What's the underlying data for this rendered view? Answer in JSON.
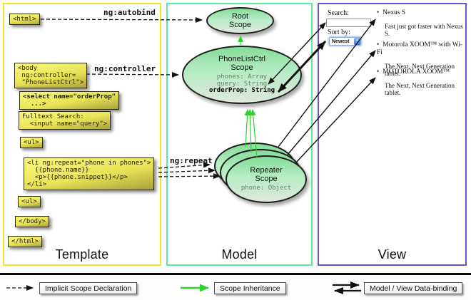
{
  "panels": {
    "template": {
      "label": "Template"
    },
    "model": {
      "label": "Model"
    },
    "view": {
      "label": "View"
    }
  },
  "code_boxes": {
    "html_open": "<html>",
    "body_open": "<body\n ng:controller=\n \"PhoneListCtrl\">",
    "select": "<select name=\"orderProp\"\n  ...>",
    "fulltext": "Fulltext Search:\n  <input name=\"query\">",
    "ul_open": "<ul>",
    "li_repeat": "<li ng:repeat=\"phone in phones\">\n  {{phone.name}}\n  <p>{{phone.snippet}}</p>\n</li>",
    "ul_close": "<ul>",
    "body_close": "</body>",
    "html_close": "</html>"
  },
  "directive_labels": {
    "autobind": "ng:autobind",
    "controller": "ng:controller",
    "repeat": "ng:repeat"
  },
  "scopes": {
    "root": {
      "title": "Root\nScope"
    },
    "phone_list_ctrl": {
      "title": "PhoneListCtrl\nScope",
      "prop1": "phones: Array",
      "prop2": "query: String",
      "prop3": "orderProp: String"
    },
    "repeater": {
      "title": "Repeater\nScope",
      "prop1": "phone: Object"
    }
  },
  "view": {
    "search_label": "Search:",
    "search_value": "",
    "sort_label": "Sort by:",
    "sort_value": "Newest",
    "bullet": "•",
    "items": [
      {
        "title": "Nexus S",
        "desc": "Fast just got faster with Nexus S."
      },
      {
        "title": "Motorola XOOM™ with Wi-Fi",
        "desc": "The Next, Next Generation tablet."
      },
      {
        "title": "MOTOROLA XOOM™",
        "desc": "The Next, Next Generation tablet."
      }
    ]
  },
  "legend": {
    "implicit": "Implicit Scope Declaration",
    "inheritance": "Scope Inheritance",
    "databinding": "Model / View Data-binding"
  },
  "colors": {
    "template_border": "#efe52e",
    "model_border": "#5ce9a2",
    "view_border": "#6656d2",
    "inheritance_green": "#2bd42b",
    "code_box_yellow": "#e9e256",
    "scope_green": "#84dc98"
  }
}
